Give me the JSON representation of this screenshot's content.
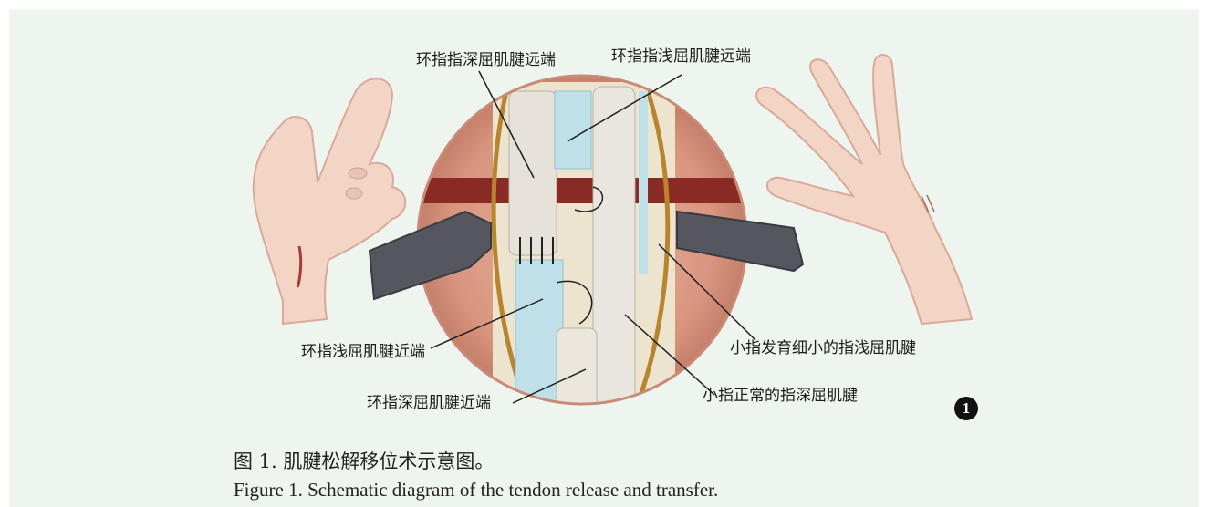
{
  "figure": {
    "labels": {
      "ring_fdp_distal": "环指指深屈肌腱远端",
      "ring_fds_distal": "环指指浅屈肌腱远端",
      "ring_fds_proximal": "环指浅屈肌腱近端",
      "ring_fdp_proximal": "环指深屈肌腱近端",
      "little_fds_hypoplastic": "小指发育细小的指浅屈肌腱",
      "little_fdp_normal": "小指正常的指深屈肌腱"
    },
    "marker": "1"
  },
  "caption": {
    "cn": "图 1. 肌腱松解移位术示意图。",
    "en": "Figure 1. Schematic diagram of the tendon release and transfer."
  },
  "colors": {
    "panel_bg": "#eef4ee",
    "skin": "#f2d5c4",
    "wound_rim": "#c98a78",
    "tissue_red": "#8a2a24",
    "tendon": "#e6e2da",
    "tendon_blue": "#bfe0e8",
    "retractor": "#55565e"
  }
}
